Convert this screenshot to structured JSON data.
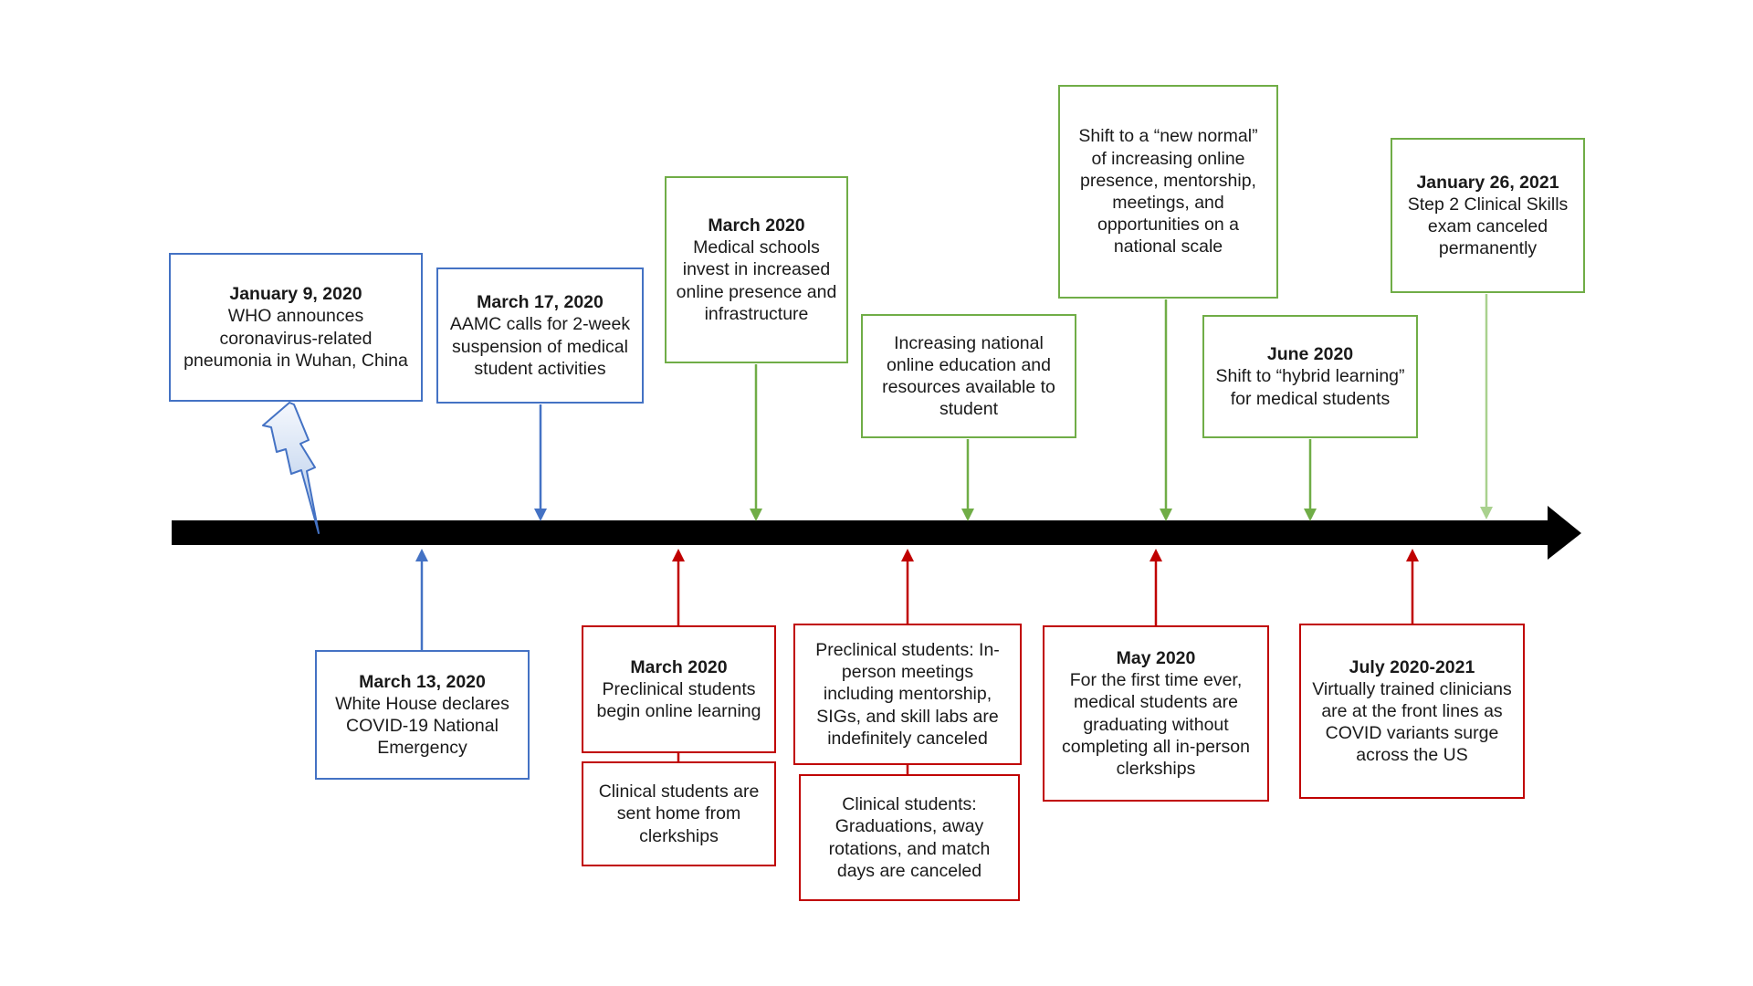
{
  "title": "COVID-19 medical education timeline",
  "colors": {
    "blue": "#4472C4",
    "green": "#70AD47",
    "lightGreen": "#A9D18E",
    "red": "#C00000",
    "timeline": "#000000",
    "boltTop": "#F5F8FD",
    "boltBottom": "#AEC6E8"
  },
  "events": {
    "above": [
      {
        "name": "who-announcement",
        "date": "January 9, 2020",
        "text": "WHO announces coronavirus-related pneumonia in Wuhan, China"
      },
      {
        "name": "aamc-suspension",
        "date": "March 17, 2020",
        "text": "AAMC calls for 2-week suspension of medical student activities"
      },
      {
        "name": "schools-invest-online",
        "date": "March 2020",
        "text": "Medical schools invest in increased online presence and infrastructure"
      },
      {
        "name": "national-online-education",
        "text": "Increasing national online education and resources available to student"
      },
      {
        "name": "new-normal-shift",
        "text": "Shift to a “new normal” of increasing online presence, mentorship, meetings, and opportunities on a national scale"
      },
      {
        "name": "hybrid-learning",
        "date": "June 2020",
        "text": "Shift to “hybrid learning” for medical students"
      },
      {
        "name": "step2-cs-canceled",
        "date": "January 26, 2021",
        "text": "Step 2 Clinical Skills exam canceled permanently"
      }
    ],
    "below": [
      {
        "name": "national-emergency",
        "date": "March 13, 2020",
        "text": "White House declares COVID-19 National Emergency"
      },
      {
        "name": "preclinical-online-learning",
        "date": "March 2020",
        "text": "Preclinical students begin online learning"
      },
      {
        "name": "clinical-sent-home",
        "text": "Clinical students are sent home from clerkships"
      },
      {
        "name": "preclinical-meetings-canceled",
        "text": "Preclinical students: In-person meetings including mentorship, SIGs, and skill labs are indefinitely canceled"
      },
      {
        "name": "clinical-graduations-canceled",
        "text": "Clinical students: Graduations, away rotations, and match days are canceled"
      },
      {
        "name": "graduating-without-clerkships",
        "date": "May 2020",
        "text": "For the first time ever, medical students are graduating without completing all in-person clerkships"
      },
      {
        "name": "virtual-clinicians-frontlines",
        "date": "July 2020-2021",
        "text": "Virtually trained clinicians are at the front lines as COVID variants surge across the US"
      }
    ]
  }
}
